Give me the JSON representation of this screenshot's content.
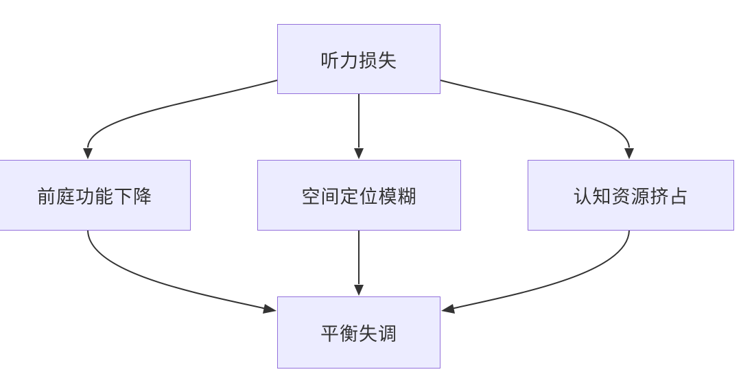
{
  "diagram": {
    "nodes": {
      "top": "听力损失",
      "left": "前庭功能下降",
      "middle": "空间定位模糊",
      "right": "认知资源挤占",
      "bottom": "平衡失调"
    },
    "edges": [
      {
        "from": "top",
        "to": "left"
      },
      {
        "from": "top",
        "to": "middle"
      },
      {
        "from": "top",
        "to": "right"
      },
      {
        "from": "left",
        "to": "bottom"
      },
      {
        "from": "middle",
        "to": "bottom"
      },
      {
        "from": "right",
        "to": "bottom"
      }
    ],
    "colors": {
      "node_fill": "#ececff",
      "node_border": "#9370db",
      "edge": "#333333",
      "text": "#333333"
    }
  }
}
